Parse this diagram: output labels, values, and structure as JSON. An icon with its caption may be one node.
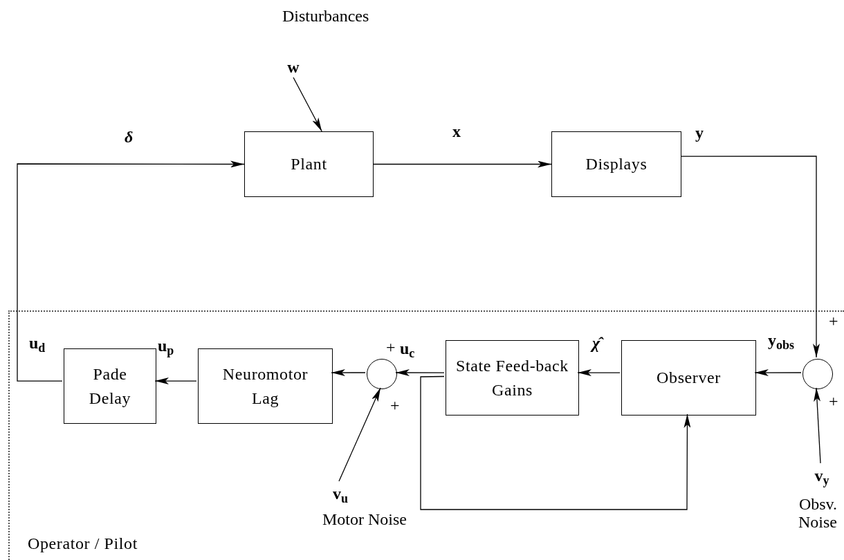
{
  "diagram": {
    "nodes": [
      {
        "text": [
          "Operator / Pilot"
        ]
      },
      {
        "text": [
          "w"
        ],
        "beside": [
          "Disturbances"
        ]
      },
      {
        "text": [
          "Plant"
        ]
      },
      {
        "text": [
          "Displays"
        ]
      },
      {
        "text": [
          "Pade Delay"
        ],
        "in": 0
      },
      {
        "text": [
          "Neuromotor Lag"
        ],
        "in": 0
      },
      {
        "text": [],
        "shape": "circle",
        "in": 0
      },
      {
        "text": [
          "State Feed-back Gains"
        ],
        "in": 0
      },
      {
        "text": [
          "Observer"
        ],
        "in": 0
      },
      {
        "text": [],
        "shape": "circle",
        "in": 0
      },
      {
        "text": [
          "v$_{u}$"
        ],
        "beside": [
          "Motor Noise"
        ],
        "in": 0
      },
      {
        "text": [
          "v$_{y}$"
        ],
        "beside": [
          "Obsv. Noise"
        ],
        "in": 0
      }
    ],
    "edges": [
      {
        "from": 1,
        "to": 2,
        "arrow": "to"
      },
      {
        "from": 2,
        "to": 3,
        "arrow": "to",
        "label": "x"
      },
      {
        "from": 4,
        "to": 2,
        "arrow": "to",
        "label": "δ"
      },
      {
        "from": 3,
        "to": 9,
        "arrow": "to",
        "label": "y"
      },
      {
        "from": 9,
        "to": 8,
        "arrow": "to"
      },
      {
        "from": 8,
        "to": 7,
        "arrow": "to",
        "label": "χ̂"
      },
      {
        "from": 7,
        "to": 6,
        "arrow": "to"
      },
      {
        "from": 7,
        "to": 8,
        "arrow": "to"
      },
      {
        "from": 6,
        "to": 5,
        "arrow": "to"
      },
      {
        "from": 5,
        "to": 4,
        "arrow": "to"
      },
      {
        "from": 10,
        "to": 6,
        "arrow": "to"
      },
      {
        "from": 11,
        "to": 9,
        "arrow": "to"
      }
    ],
    "labels": [
      "u$_{d}$",
      "u$_{p}$",
      "+",
      "u$_{c}$",
      "+",
      "y$_{obs}$",
      "+",
      "+"
    ]
  }
}
